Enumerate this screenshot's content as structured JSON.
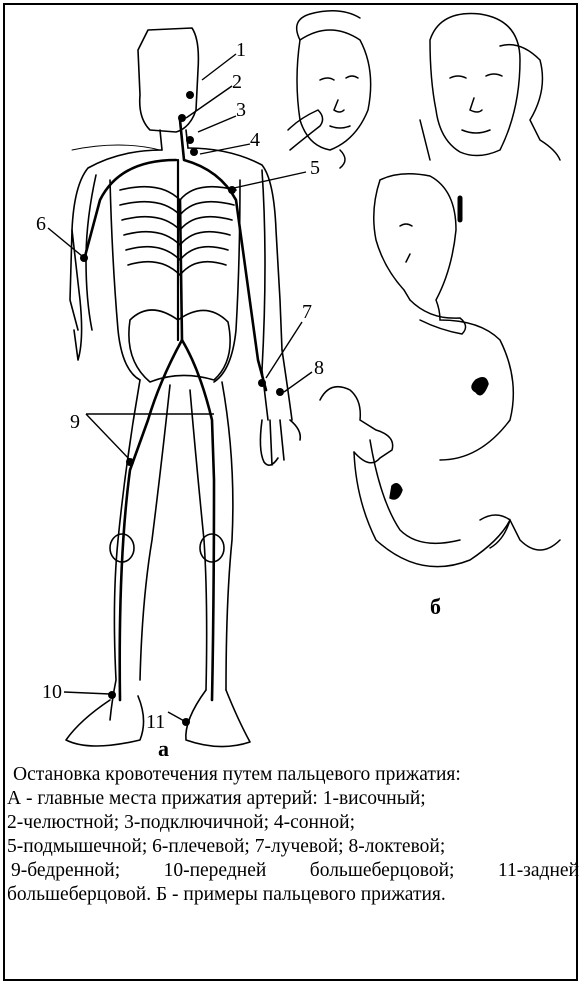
{
  "callouts": [
    "1",
    "2",
    "3",
    "4",
    "5",
    "6",
    "7",
    "8",
    "9",
    "10",
    "11"
  ],
  "panels": {
    "a": "а",
    "b": "б"
  },
  "caption": {
    "line1": "Остановка кровотечения путем пальцевого прижатия:",
    "line2": "А - главные места прижатия артерий: 1-височный;",
    "line3": "2-челюстной; 3-подключичной; 4-сонной;",
    "line4": "5-подмышечной; 6-плечевой; 7-лучевой; 8-локтевой;",
    "line5": "9-бедренной; 10-передней большеберцовой; 11-задней",
    "line6": "большеберцовой. Б - примеры пальцевого прижатия."
  }
}
